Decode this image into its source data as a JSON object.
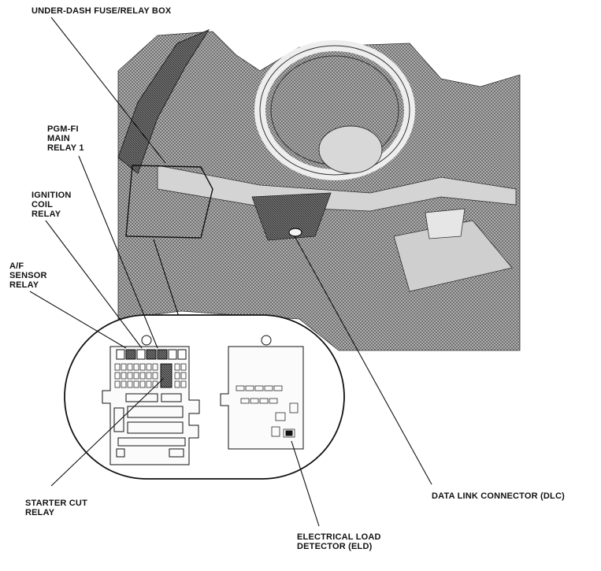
{
  "labels": {
    "under_dash_box": "UNDER-DASH FUSE/RELAY BOX",
    "pgm_fi": [
      "PGM-FI",
      "MAIN",
      "RELAY 1"
    ],
    "ignition_coil": [
      "IGNITION",
      "COIL",
      "RELAY"
    ],
    "af_sensor": [
      "A/F",
      "SENSOR",
      "RELAY"
    ],
    "starter_cut": [
      "STARTER CUT",
      "RELAY"
    ],
    "dlc": "DATA LINK CONNECTOR (DLC)",
    "eld": [
      "ELECTRICAL LOAD",
      "DETECTOR (ELD)"
    ]
  },
  "colors": {
    "ink": "#111111",
    "background": "#ffffff",
    "shading": "#9a9a9a"
  }
}
